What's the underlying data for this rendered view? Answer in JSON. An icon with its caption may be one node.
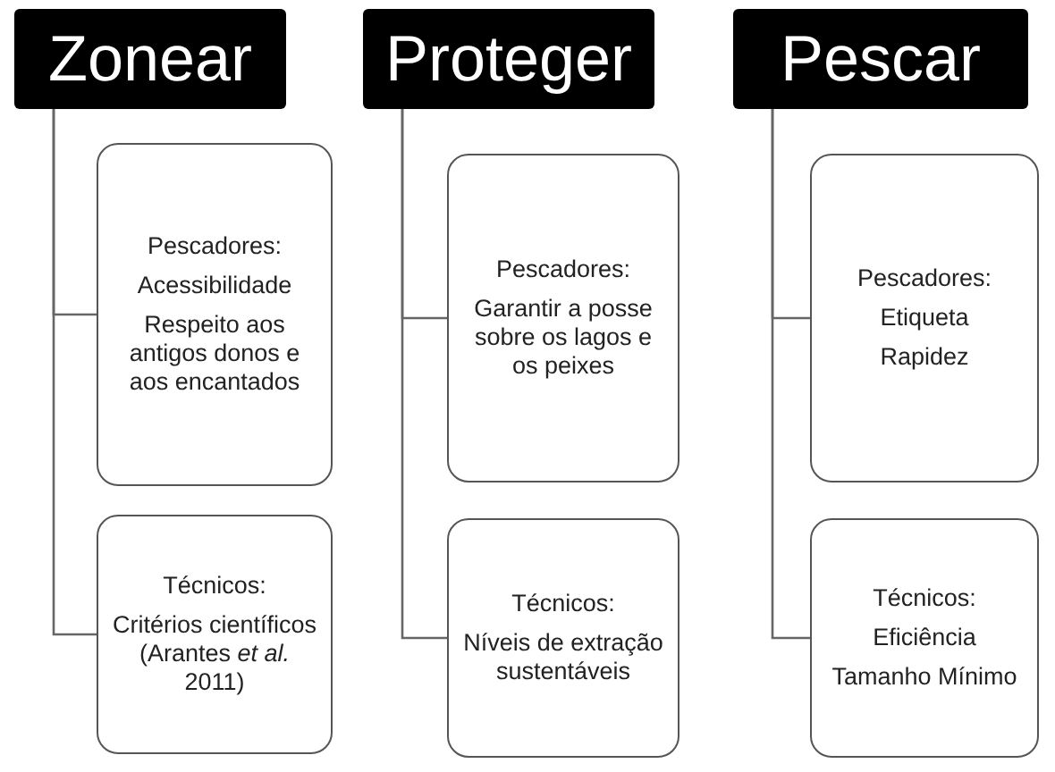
{
  "diagram": {
    "nodes": [
      {
        "text": [
          "Zonear"
        ]
      },
      {
        "text": [
          "Pescadores:",
          "Acessibilidade",
          "Respeito aos antigos donos e aos encantados"
        ]
      },
      {
        "text": [
          "Técnicos:",
          "Critérios científicos (Arantes *et al.* 2011)"
        ]
      },
      {
        "text": [
          "Proteger"
        ]
      },
      {
        "text": [
          "Pescadores:",
          "Garantir a posse sobre os lagos e os peixes"
        ]
      },
      {
        "text": [
          "Técnicos:",
          "Níveis de extração sustentáveis"
        ]
      },
      {
        "text": [
          "Pescar"
        ]
      },
      {
        "text": [
          "Pescadores:",
          "Etiqueta",
          "Rapidez"
        ]
      },
      {
        "text": [
          "Técnicos:",
          "Eficiência",
          "Tamanho Mínimo"
        ]
      }
    ],
    "edges": [
      {
        "from": 0,
        "to": 1,
        "arrow": "none"
      },
      {
        "from": 0,
        "to": 2,
        "arrow": "none"
      },
      {
        "from": 3,
        "to": 4,
        "arrow": "none"
      },
      {
        "from": 3,
        "to": 5,
        "arrow": "none"
      },
      {
        "from": 6,
        "to": 7,
        "arrow": "none"
      },
      {
        "from": 6,
        "to": 8,
        "arrow": "none"
      }
    ]
  }
}
